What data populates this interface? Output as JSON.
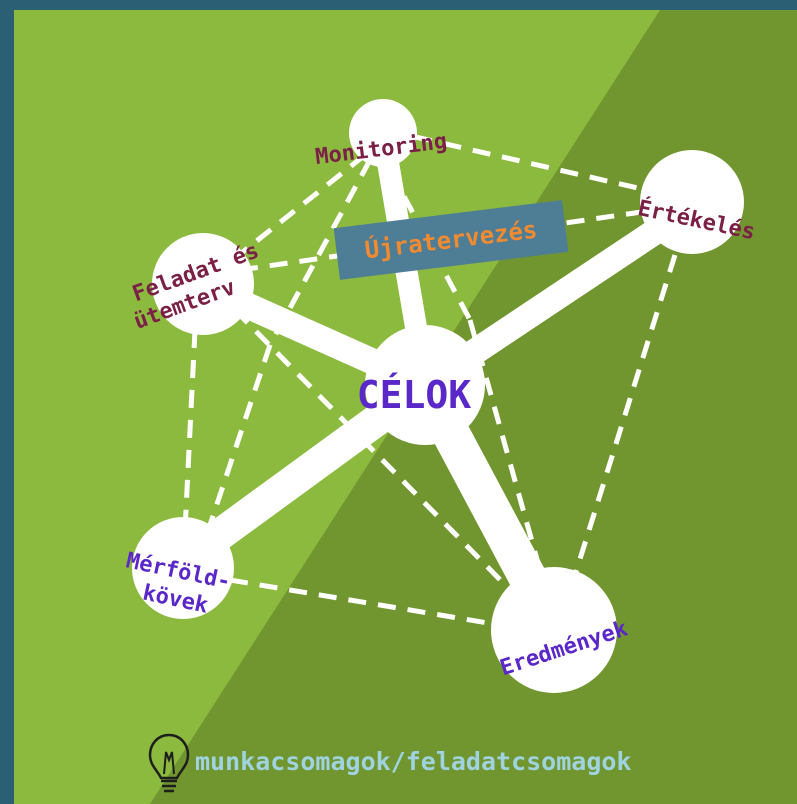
{
  "center_label": "CÉLOK",
  "nodes": {
    "monitoring": "Monitoring",
    "ertekeles": "Értékelés",
    "feladat_line1": "Feladat és",
    "feladat_line2": "ütemterv",
    "merfold_line1": "Mérföld-",
    "merfold_line2": "kövek",
    "eredmenyek": "Eredmények"
  },
  "banner_label": "Újratervezés",
  "footer_label": "munkacsomagok/feladatcsomagok",
  "footer_icon": "lightbulb-icon",
  "colors": {
    "frame": "#2b5f73",
    "light_green": "#8cba3e",
    "dark_green": "#71962f",
    "center_text": "#5a28c8",
    "top_labels": "#7a1f45",
    "bottom_labels": "#5a28c8",
    "banner_bg": "#4e7d96",
    "banner_text": "#f28a30",
    "footer_text": "#9fd3df"
  }
}
